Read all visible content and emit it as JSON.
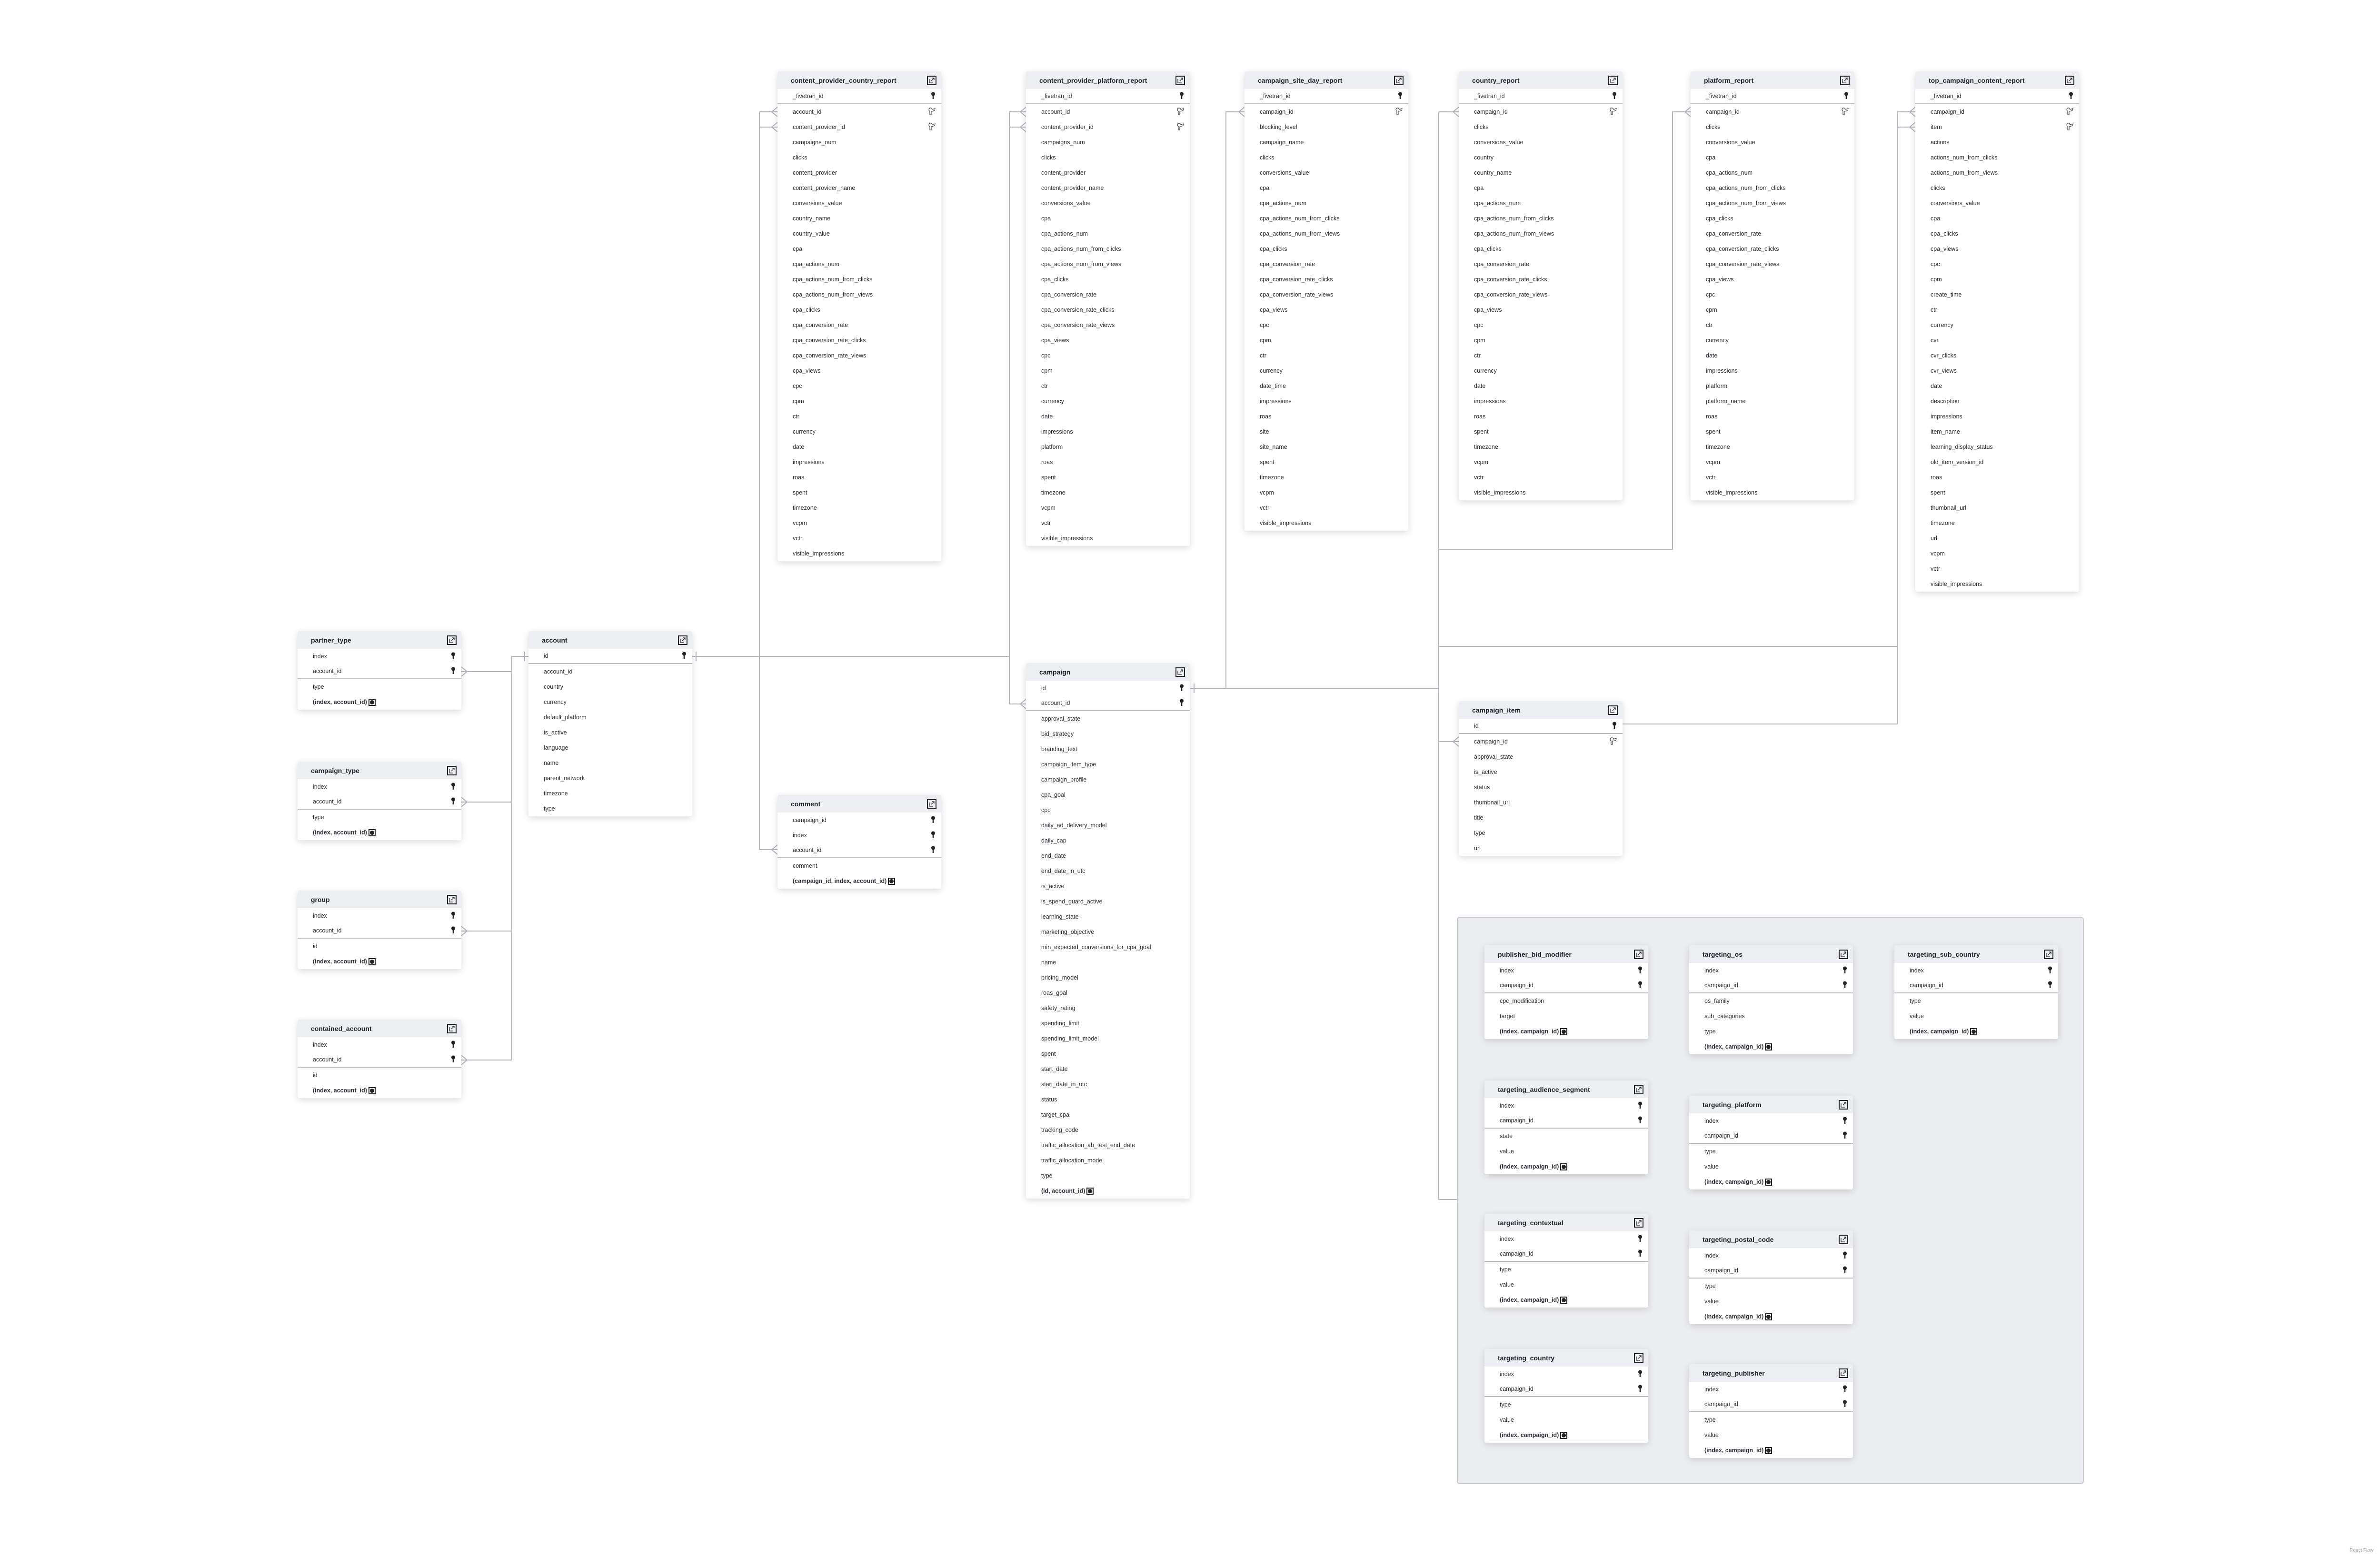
{
  "tables": {
    "content_provider_country_report": {
      "title": "content_provider_country_report",
      "columns": [
        {
          "name": "_fivetran_id",
          "key": "pk"
        },
        {
          "name": "account_id",
          "key": "fk"
        },
        {
          "name": "content_provider_id",
          "key": "fk"
        },
        {
          "name": "campaigns_num"
        },
        {
          "name": "clicks"
        },
        {
          "name": "content_provider"
        },
        {
          "name": "content_provider_name"
        },
        {
          "name": "conversions_value"
        },
        {
          "name": "country_name"
        },
        {
          "name": "country_value"
        },
        {
          "name": "cpa"
        },
        {
          "name": "cpa_actions_num"
        },
        {
          "name": "cpa_actions_num_from_clicks"
        },
        {
          "name": "cpa_actions_num_from_views"
        },
        {
          "name": "cpa_clicks"
        },
        {
          "name": "cpa_conversion_rate"
        },
        {
          "name": "cpa_conversion_rate_clicks"
        },
        {
          "name": "cpa_conversion_rate_views"
        },
        {
          "name": "cpa_views"
        },
        {
          "name": "cpc"
        },
        {
          "name": "cpm"
        },
        {
          "name": "ctr"
        },
        {
          "name": "currency"
        },
        {
          "name": "date"
        },
        {
          "name": "impressions"
        },
        {
          "name": "roas"
        },
        {
          "name": "spent"
        },
        {
          "name": "timezone"
        },
        {
          "name": "vcpm"
        },
        {
          "name": "vctr"
        },
        {
          "name": "visible_impressions"
        }
      ]
    },
    "content_provider_platform_report": {
      "title": "content_provider_platform_report",
      "columns": [
        {
          "name": "_fivetran_id",
          "key": "pk"
        },
        {
          "name": "account_id",
          "key": "fk"
        },
        {
          "name": "content_provider_id",
          "key": "fk"
        },
        {
          "name": "campaigns_num"
        },
        {
          "name": "clicks"
        },
        {
          "name": "content_provider"
        },
        {
          "name": "content_provider_name"
        },
        {
          "name": "conversions_value"
        },
        {
          "name": "cpa"
        },
        {
          "name": "cpa_actions_num"
        },
        {
          "name": "cpa_actions_num_from_clicks"
        },
        {
          "name": "cpa_actions_num_from_views"
        },
        {
          "name": "cpa_clicks"
        },
        {
          "name": "cpa_conversion_rate"
        },
        {
          "name": "cpa_conversion_rate_clicks"
        },
        {
          "name": "cpa_conversion_rate_views"
        },
        {
          "name": "cpa_views"
        },
        {
          "name": "cpc"
        },
        {
          "name": "cpm"
        },
        {
          "name": "ctr"
        },
        {
          "name": "currency"
        },
        {
          "name": "date"
        },
        {
          "name": "impressions"
        },
        {
          "name": "platform"
        },
        {
          "name": "roas"
        },
        {
          "name": "spent"
        },
        {
          "name": "timezone"
        },
        {
          "name": "vcpm"
        },
        {
          "name": "vctr"
        },
        {
          "name": "visible_impressions"
        }
      ]
    },
    "campaign_site_day_report": {
      "title": "campaign_site_day_report",
      "columns": [
        {
          "name": "_fivetran_id",
          "key": "pk"
        },
        {
          "name": "campaign_id",
          "key": "fk"
        },
        {
          "name": "blocking_level"
        },
        {
          "name": "campaign_name"
        },
        {
          "name": "clicks"
        },
        {
          "name": "conversions_value"
        },
        {
          "name": "cpa"
        },
        {
          "name": "cpa_actions_num"
        },
        {
          "name": "cpa_actions_num_from_clicks"
        },
        {
          "name": "cpa_actions_num_from_views"
        },
        {
          "name": "cpa_clicks"
        },
        {
          "name": "cpa_conversion_rate"
        },
        {
          "name": "cpa_conversion_rate_clicks"
        },
        {
          "name": "cpa_conversion_rate_views"
        },
        {
          "name": "cpa_views"
        },
        {
          "name": "cpc"
        },
        {
          "name": "cpm"
        },
        {
          "name": "ctr"
        },
        {
          "name": "currency"
        },
        {
          "name": "date_time"
        },
        {
          "name": "impressions"
        },
        {
          "name": "roas"
        },
        {
          "name": "site"
        },
        {
          "name": "site_name"
        },
        {
          "name": "spent"
        },
        {
          "name": "timezone"
        },
        {
          "name": "vcpm"
        },
        {
          "name": "vctr"
        },
        {
          "name": "visible_impressions"
        }
      ]
    },
    "country_report": {
      "title": "country_report",
      "columns": [
        {
          "name": "_fivetran_id",
          "key": "pk"
        },
        {
          "name": "campaign_id",
          "key": "fk"
        },
        {
          "name": "clicks"
        },
        {
          "name": "conversions_value"
        },
        {
          "name": "country"
        },
        {
          "name": "country_name"
        },
        {
          "name": "cpa"
        },
        {
          "name": "cpa_actions_num"
        },
        {
          "name": "cpa_actions_num_from_clicks"
        },
        {
          "name": "cpa_actions_num_from_views"
        },
        {
          "name": "cpa_clicks"
        },
        {
          "name": "cpa_conversion_rate"
        },
        {
          "name": "cpa_conversion_rate_clicks"
        },
        {
          "name": "cpa_conversion_rate_views"
        },
        {
          "name": "cpa_views"
        },
        {
          "name": "cpc"
        },
        {
          "name": "cpm"
        },
        {
          "name": "ctr"
        },
        {
          "name": "currency"
        },
        {
          "name": "date"
        },
        {
          "name": "impressions"
        },
        {
          "name": "roas"
        },
        {
          "name": "spent"
        },
        {
          "name": "timezone"
        },
        {
          "name": "vcpm"
        },
        {
          "name": "vctr"
        },
        {
          "name": "visible_impressions"
        }
      ]
    },
    "platform_report": {
      "title": "platform_report",
      "columns": [
        {
          "name": "_fivetran_id",
          "key": "pk"
        },
        {
          "name": "campaign_id",
          "key": "fk"
        },
        {
          "name": "clicks"
        },
        {
          "name": "conversions_value"
        },
        {
          "name": "cpa"
        },
        {
          "name": "cpa_actions_num"
        },
        {
          "name": "cpa_actions_num_from_clicks"
        },
        {
          "name": "cpa_actions_num_from_views"
        },
        {
          "name": "cpa_clicks"
        },
        {
          "name": "cpa_conversion_rate"
        },
        {
          "name": "cpa_conversion_rate_clicks"
        },
        {
          "name": "cpa_conversion_rate_views"
        },
        {
          "name": "cpa_views"
        },
        {
          "name": "cpc"
        },
        {
          "name": "cpm"
        },
        {
          "name": "ctr"
        },
        {
          "name": "currency"
        },
        {
          "name": "date"
        },
        {
          "name": "impressions"
        },
        {
          "name": "platform"
        },
        {
          "name": "platform_name"
        },
        {
          "name": "roas"
        },
        {
          "name": "spent"
        },
        {
          "name": "timezone"
        },
        {
          "name": "vcpm"
        },
        {
          "name": "vctr"
        },
        {
          "name": "visible_impressions"
        }
      ]
    },
    "top_campaign_content_report": {
      "title": "top_campaign_content_report",
      "columns": [
        {
          "name": "_fivetran_id",
          "key": "pk"
        },
        {
          "name": "campaign_id",
          "key": "fk"
        },
        {
          "name": "item",
          "key": "fk"
        },
        {
          "name": "actions"
        },
        {
          "name": "actions_num_from_clicks"
        },
        {
          "name": "actions_num_from_views"
        },
        {
          "name": "clicks"
        },
        {
          "name": "conversions_value"
        },
        {
          "name": "cpa"
        },
        {
          "name": "cpa_clicks"
        },
        {
          "name": "cpa_views"
        },
        {
          "name": "cpc"
        },
        {
          "name": "cpm"
        },
        {
          "name": "create_time"
        },
        {
          "name": "ctr"
        },
        {
          "name": "currency"
        },
        {
          "name": "cvr"
        },
        {
          "name": "cvr_clicks"
        },
        {
          "name": "cvr_views"
        },
        {
          "name": "date"
        },
        {
          "name": "description"
        },
        {
          "name": "impressions"
        },
        {
          "name": "item_name"
        },
        {
          "name": "learning_display_status"
        },
        {
          "name": "old_item_version_id"
        },
        {
          "name": "roas"
        },
        {
          "name": "spent"
        },
        {
          "name": "thumbnail_url"
        },
        {
          "name": "timezone"
        },
        {
          "name": "url"
        },
        {
          "name": "vcpm"
        },
        {
          "name": "vctr"
        },
        {
          "name": "visible_impressions"
        }
      ]
    },
    "partner_type": {
      "title": "partner_type",
      "columns": [
        {
          "name": "index",
          "key": "pk"
        },
        {
          "name": "account_id",
          "key": "pk"
        },
        {
          "name": "type"
        }
      ],
      "composite": "(index, account_id)"
    },
    "campaign_type": {
      "title": "campaign_type",
      "columns": [
        {
          "name": "index",
          "key": "pk"
        },
        {
          "name": "account_id",
          "key": "pk"
        },
        {
          "name": "type"
        }
      ],
      "composite": "(index, account_id)"
    },
    "group": {
      "title": "group",
      "columns": [
        {
          "name": "index",
          "key": "pk"
        },
        {
          "name": "account_id",
          "key": "pk"
        },
        {
          "name": "id"
        }
      ],
      "composite": "(index, account_id)"
    },
    "contained_account": {
      "title": "contained_account",
      "columns": [
        {
          "name": "index",
          "key": "pk"
        },
        {
          "name": "account_id",
          "key": "pk"
        },
        {
          "name": "id"
        }
      ],
      "composite": "(index, account_id)"
    },
    "account": {
      "title": "account",
      "columns": [
        {
          "name": "id",
          "key": "pk"
        },
        {
          "name": "account_id"
        },
        {
          "name": "country"
        },
        {
          "name": "currency"
        },
        {
          "name": "default_platform"
        },
        {
          "name": "is_active"
        },
        {
          "name": "language"
        },
        {
          "name": "name"
        },
        {
          "name": "parent_network"
        },
        {
          "name": "timezone"
        },
        {
          "name": "type"
        }
      ]
    },
    "comment": {
      "title": "comment",
      "columns": [
        {
          "name": "campaign_id",
          "key": "pk"
        },
        {
          "name": "index",
          "key": "pk"
        },
        {
          "name": "account_id",
          "key": "pk"
        },
        {
          "name": "comment"
        }
      ],
      "composite": "(campaign_id, index, account_id)"
    },
    "campaign": {
      "title": "campaign",
      "columns": [
        {
          "name": "id",
          "key": "pk"
        },
        {
          "name": "account_id",
          "key": "pk"
        },
        {
          "name": "approval_state"
        },
        {
          "name": "bid_strategy"
        },
        {
          "name": "branding_text"
        },
        {
          "name": "campaign_item_type"
        },
        {
          "name": "campaign_profile"
        },
        {
          "name": "cpa_goal"
        },
        {
          "name": "cpc"
        },
        {
          "name": "daily_ad_delivery_model"
        },
        {
          "name": "daily_cap"
        },
        {
          "name": "end_date"
        },
        {
          "name": "end_date_in_utc"
        },
        {
          "name": "is_active"
        },
        {
          "name": "is_spend_guard_active"
        },
        {
          "name": "learning_state"
        },
        {
          "name": "marketing_objective"
        },
        {
          "name": "min_expected_conversions_for_cpa_goal"
        },
        {
          "name": "name"
        },
        {
          "name": "pricing_model"
        },
        {
          "name": "roas_goal"
        },
        {
          "name": "safety_rating"
        },
        {
          "name": "spending_limit"
        },
        {
          "name": "spending_limit_model"
        },
        {
          "name": "spent"
        },
        {
          "name": "start_date"
        },
        {
          "name": "start_date_in_utc"
        },
        {
          "name": "status"
        },
        {
          "name": "target_cpa"
        },
        {
          "name": "tracking_code"
        },
        {
          "name": "traffic_allocation_ab_test_end_date"
        },
        {
          "name": "traffic_allocation_mode"
        },
        {
          "name": "type"
        }
      ],
      "composite": "(id, account_id)"
    },
    "campaign_item": {
      "title": "campaign_item",
      "columns": [
        {
          "name": "id",
          "key": "pk"
        },
        {
          "name": "campaign_id",
          "key": "fk"
        },
        {
          "name": "approval_state"
        },
        {
          "name": "is_active"
        },
        {
          "name": "status"
        },
        {
          "name": "thumbnail_url"
        },
        {
          "name": "title"
        },
        {
          "name": "type"
        },
        {
          "name": "url"
        }
      ]
    },
    "publisher_bid_modifier": {
      "title": "publisher_bid_modifier",
      "columns": [
        {
          "name": "index",
          "key": "pk"
        },
        {
          "name": "campaign_id",
          "key": "pk"
        },
        {
          "name": "cpc_modification"
        },
        {
          "name": "target"
        }
      ],
      "composite": "(index, campaign_id)"
    },
    "targeting_os": {
      "title": "targeting_os",
      "columns": [
        {
          "name": "index",
          "key": "pk"
        },
        {
          "name": "campaign_id",
          "key": "pk"
        },
        {
          "name": "os_family"
        },
        {
          "name": "sub_categories"
        },
        {
          "name": "type"
        }
      ],
      "composite": "(index, campaign_id)"
    },
    "targeting_sub_country": {
      "title": "targeting_sub_country",
      "columns": [
        {
          "name": "index",
          "key": "pk"
        },
        {
          "name": "campaign_id",
          "key": "pk"
        },
        {
          "name": "type"
        },
        {
          "name": "value"
        }
      ],
      "composite": "(index, campaign_id)"
    },
    "targeting_audience_segment": {
      "title": "targeting_audience_segment",
      "columns": [
        {
          "name": "index",
          "key": "pk"
        },
        {
          "name": "campaign_id",
          "key": "pk"
        },
        {
          "name": "state"
        },
        {
          "name": "value"
        }
      ],
      "composite": "(index, campaign_id)"
    },
    "targeting_platform": {
      "title": "targeting_platform",
      "columns": [
        {
          "name": "index",
          "key": "pk"
        },
        {
          "name": "campaign_id",
          "key": "pk"
        },
        {
          "name": "type"
        },
        {
          "name": "value"
        }
      ],
      "composite": "(index, campaign_id)"
    },
    "targeting_contextual": {
      "title": "targeting_contextual",
      "columns": [
        {
          "name": "index",
          "key": "pk"
        },
        {
          "name": "campaign_id",
          "key": "pk"
        },
        {
          "name": "type"
        },
        {
          "name": "value"
        }
      ],
      "composite": "(index, campaign_id)"
    },
    "targeting_postal_code": {
      "title": "targeting_postal_code",
      "columns": [
        {
          "name": "index",
          "key": "pk"
        },
        {
          "name": "campaign_id",
          "key": "pk"
        },
        {
          "name": "type"
        },
        {
          "name": "value"
        }
      ],
      "composite": "(index, campaign_id)"
    },
    "targeting_country": {
      "title": "targeting_country",
      "columns": [
        {
          "name": "index",
          "key": "pk"
        },
        {
          "name": "campaign_id",
          "key": "pk"
        },
        {
          "name": "type"
        },
        {
          "name": "value"
        }
      ],
      "composite": "(index, campaign_id)"
    },
    "targeting_publisher": {
      "title": "targeting_publisher",
      "columns": [
        {
          "name": "index",
          "key": "pk"
        },
        {
          "name": "campaign_id",
          "key": "pk"
        },
        {
          "name": "type"
        },
        {
          "name": "value"
        }
      ],
      "composite": "(index, campaign_id)"
    }
  },
  "footer": {
    "attribution": "React Flow"
  },
  "colors": {
    "header_bg": "#edeef1",
    "edge": "#b1b4bb",
    "group_bg": "#ecedf0"
  }
}
